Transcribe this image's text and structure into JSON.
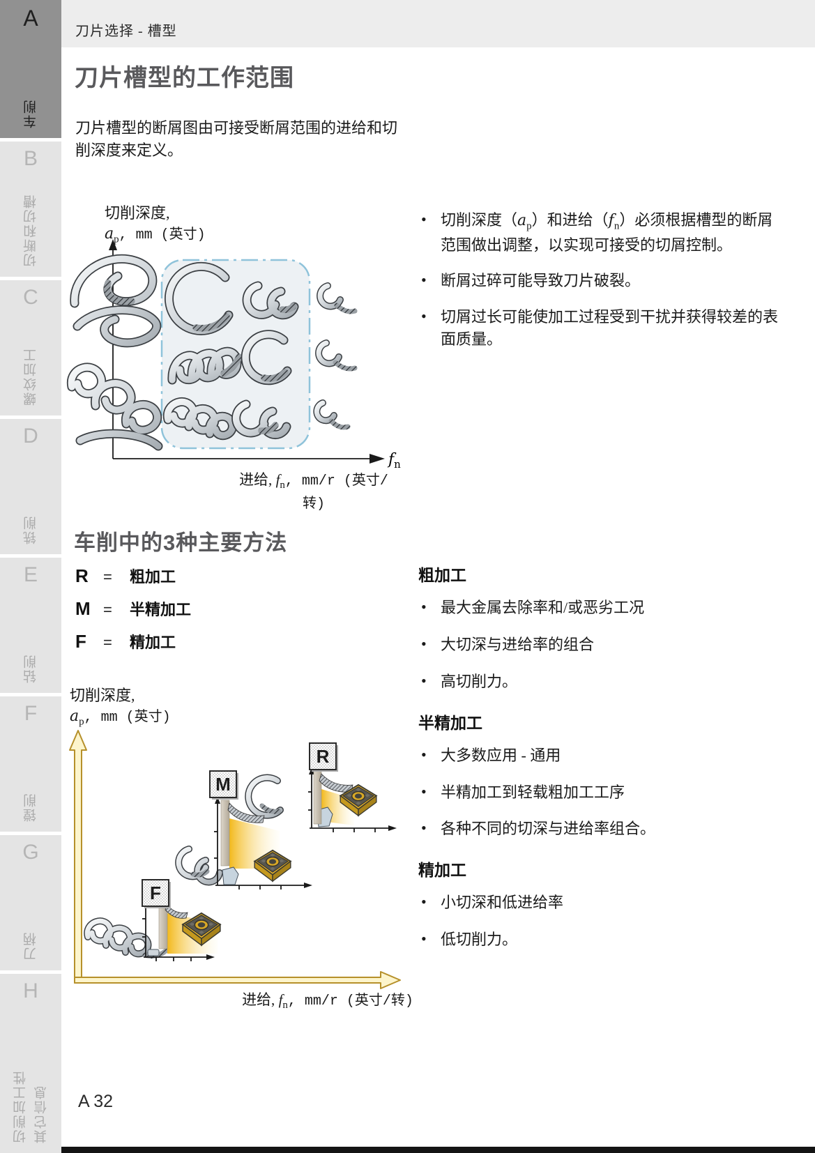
{
  "header": {
    "breadcrumb": "刀片选择 - 槽型"
  },
  "page": {
    "number_label": "A 32"
  },
  "sidebar": {
    "items": [
      {
        "letter": "A",
        "label": "车削",
        "active": true
      },
      {
        "letter": "B",
        "label": "切断和切槽"
      },
      {
        "letter": "C",
        "label": "螺纹加工"
      },
      {
        "letter": "D",
        "label": "铣削"
      },
      {
        "letter": "E",
        "label": "钻削"
      },
      {
        "letter": "F",
        "label": "镗削"
      },
      {
        "letter": "G",
        "label": "刀柄"
      },
      {
        "letter": "H",
        "label": "切削加工性",
        "label2": "其它信息"
      }
    ]
  },
  "section1": {
    "title": "刀片槽型的工作范围",
    "intro": "刀片槽型的断屑图由可接受断屑范围的进给和切削深度来定义。",
    "diagram": {
      "y_label_line1": "切削深度,",
      "y_label": {
        "var": "a",
        "sub": "p",
        "rest": ", mm (英寸)"
      },
      "x_symbol": {
        "var": "f",
        "sub": "n"
      },
      "x_label": {
        "pre": "进给, ",
        "var": "f",
        "sub": "n",
        "post": ", mm/r (英寸/转)"
      }
    },
    "bullets": [
      {
        "parts": {
          "p1": "切削深度（",
          "v1": "a",
          "s1": "p",
          "p2": "）和进给（",
          "v2": "f",
          "s2": "n",
          "p3": "）必须根据槽型的断屑范围做出调整，以实现可接受的切屑控制。"
        }
      },
      {
        "text": "断屑过碎可能导致刀片破裂。"
      },
      {
        "text": "切屑过长可能使加工过程受到干扰并获得较差的表面质量。"
      }
    ]
  },
  "section2": {
    "title": "车削中的3种主要方法",
    "eq": "=",
    "legend": [
      {
        "code": "R",
        "label": "粗加工"
      },
      {
        "code": "M",
        "label": "半精加工"
      },
      {
        "code": "F",
        "label": "精加工"
      }
    ],
    "diagram": {
      "y_label_line1": "切削深度,",
      "y_label": {
        "var": "a",
        "sub": "p",
        "rest": ", mm (英寸)"
      },
      "x_label": {
        "pre": "进给, ",
        "var": "f",
        "sub": "n",
        "post": ", mm/r (英寸/转)"
      },
      "badges": [
        "R",
        "M",
        "F"
      ]
    },
    "groups": [
      {
        "heading": "粗加工",
        "bullets": [
          "最大金属去除率和/或恶劣工况",
          "大切深与进给率的组合",
          "高切削力。"
        ]
      },
      {
        "heading": "半精加工",
        "bullets": [
          "大多数应用 - 通用",
          "半精加工到轻载粗加工工序",
          "各种不同的切深与进给率组合。"
        ]
      },
      {
        "heading": "精加工",
        "bullets": [
          "小切深和低进给率",
          "低切削力。"
        ]
      }
    ]
  },
  "colors": {
    "sidebar_active": "#919191",
    "sidebar_inactive": "#e4e4e4",
    "header_strip": "#ededed",
    "heading_gray": "#59595c",
    "chip_box_dash_blue": "#8fc3da",
    "insert_gold": "#e9b62c",
    "axis_arrow_gold": "#b6902a"
  }
}
